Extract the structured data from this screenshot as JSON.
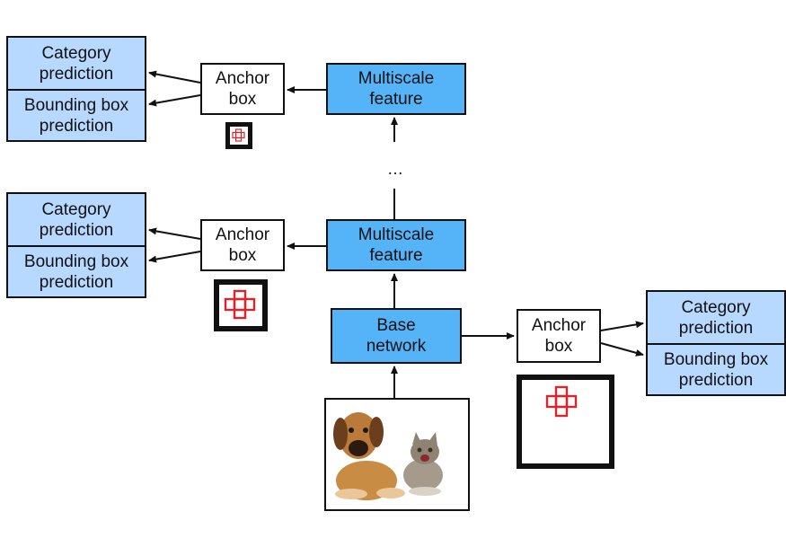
{
  "labels": {
    "category_prediction": "Category\nprediction",
    "bbox_prediction": "Bounding box\nprediction",
    "anchor_box": "Anchor\nbox",
    "multiscale_feature": "Multiscale\nfeature",
    "base_network": "Base\nnetwork",
    "ellipsis": "…"
  },
  "colors": {
    "prediction_fill": "#b8d9ff",
    "feature_fill": "#55b4f8",
    "anchor_red": "#d9262c",
    "border": "#111111"
  },
  "image": {
    "subject": "puppy and kitten photo",
    "icon": "dog-cat-photo"
  }
}
